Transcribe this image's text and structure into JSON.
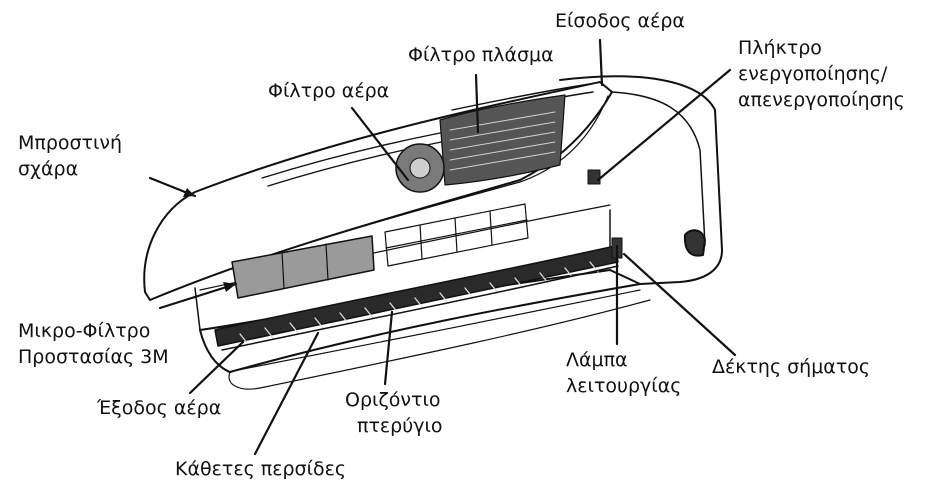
{
  "colors": {
    "ink": "#111111",
    "paper": "#ffffff",
    "shade": "#9a9a9a",
    "dark": "#2a2a2a"
  },
  "labels": {
    "air_inlet": "Είσοδος αέρα",
    "plasma_filter": "Φίλτρο πλάσμα",
    "air_filter": "Φίλτρο αέρα",
    "power_button_line1": "Πλήκτρο",
    "power_button_line2": "ενεργοποίησης/",
    "power_button_line3": "απενεργοποίησης",
    "front_grille_line1": "Μπροστινή",
    "front_grille_line2": "σχάρα",
    "micro_filter_line1": "Μικρο-Φίλτρο",
    "micro_filter_line2": "Προστασίας 3M",
    "operation_lamp_line1": "Λάμπα",
    "operation_lamp_line2": "λειτουργίας",
    "signal_receiver": "Δέκτης σήματος",
    "air_outlet": "Έξοδος αέρα",
    "horizontal_flap_line1": "Οριζόντιο",
    "horizontal_flap_line2": "πτερύγιο",
    "vertical_louvers": "Κάθετες περσίδες"
  }
}
